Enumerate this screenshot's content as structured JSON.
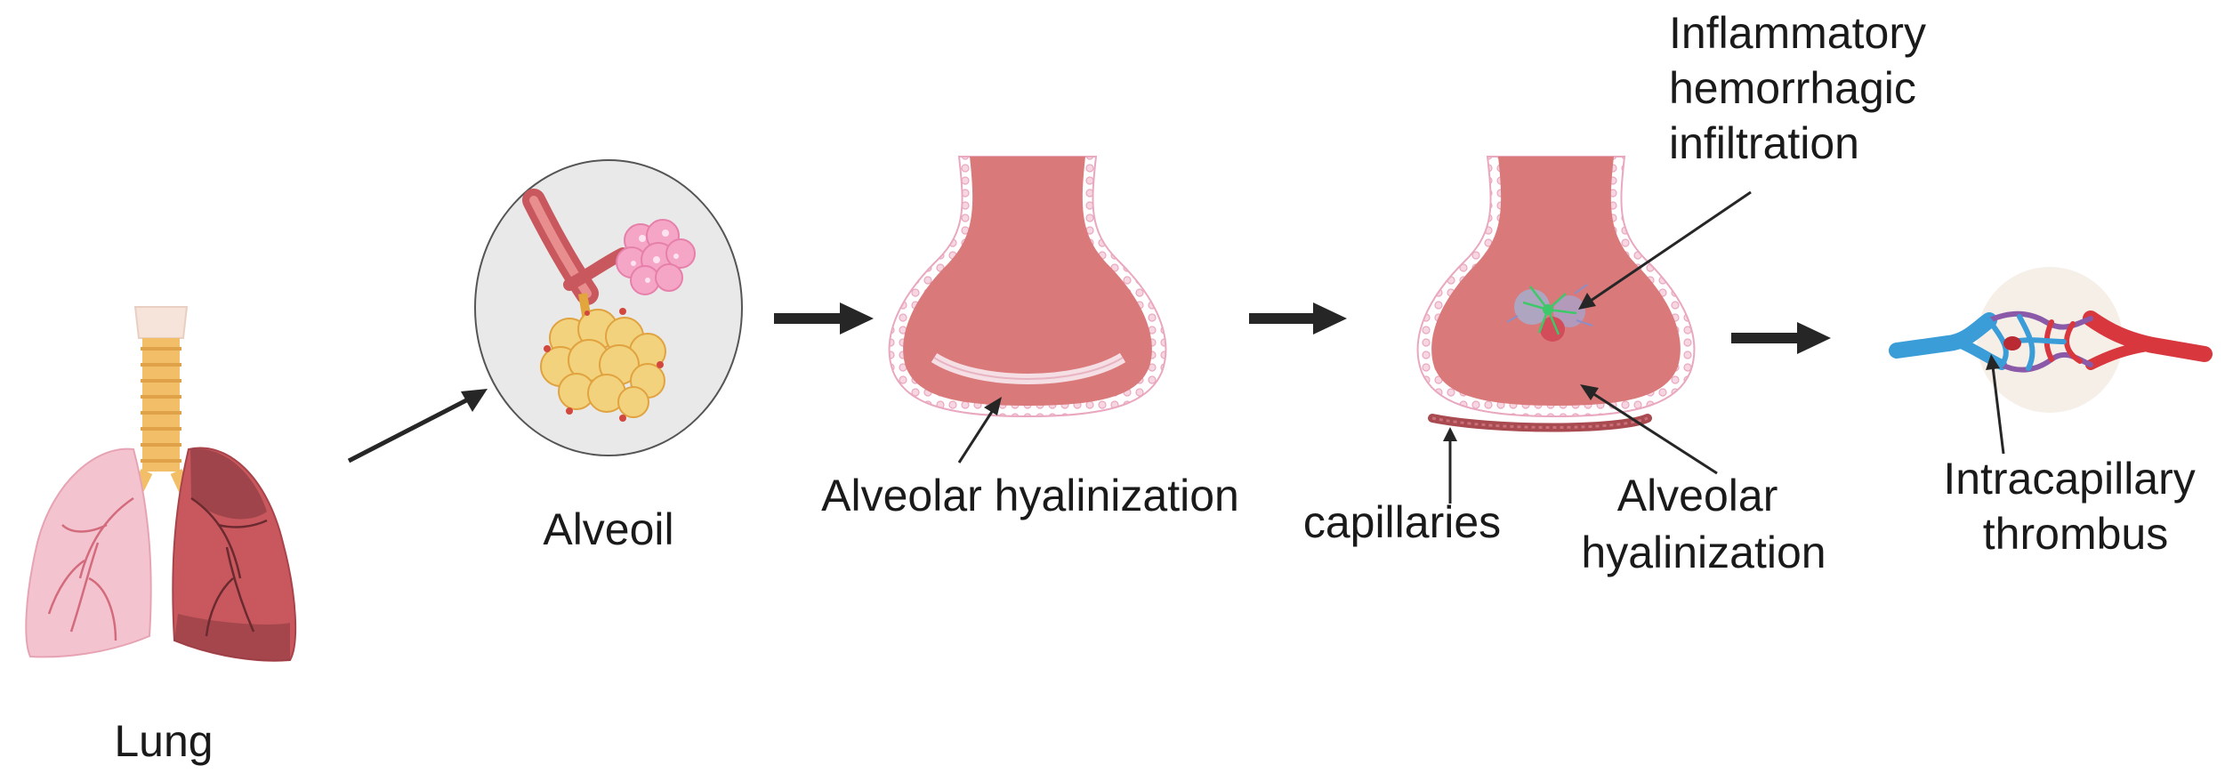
{
  "diagram": {
    "stages": [
      {
        "id": "lung",
        "label": "Lung"
      },
      {
        "id": "alveoil",
        "label": "Alveoil"
      },
      {
        "id": "alveolus-hyaline",
        "label": "Alveolar hyalinization"
      },
      {
        "id": "alveolus-inflamed",
        "labels": {
          "infiltration": [
            "Inflammatory",
            "hemorrhagic",
            "infiltration"
          ],
          "capillaries": "capillaries",
          "hyalinization": [
            "Alveolar",
            "hyalinization"
          ]
        }
      },
      {
        "id": "capillary",
        "labels": [
          "Intracapillary",
          "thrombus"
        ]
      }
    ],
    "colors": {
      "arrow": "#262626",
      "alveolus_fill": "#d9797a",
      "alveolus_edge": "#f2c6d6",
      "lung_left": "#f3c4cf",
      "lung_right": "#c8585e",
      "trachea": "#f2bf68",
      "circle_bg": "#e9e9e9",
      "vein": "#3a9dd8",
      "artery": "#d8373d"
    }
  }
}
